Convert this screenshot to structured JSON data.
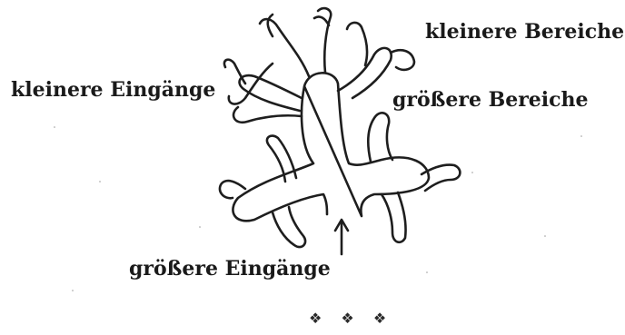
{
  "labels": {
    "smaller_areas": "kleinere Bereiche",
    "smaller_entrances": "kleinere Eingänge",
    "larger_areas": "größere Bereiche",
    "larger_entrances": "größere Eingänge"
  },
  "ornament": "❖ ❖ ❖",
  "colors": {
    "ink": "#1e1e1e",
    "paper": "#ffffff"
  }
}
